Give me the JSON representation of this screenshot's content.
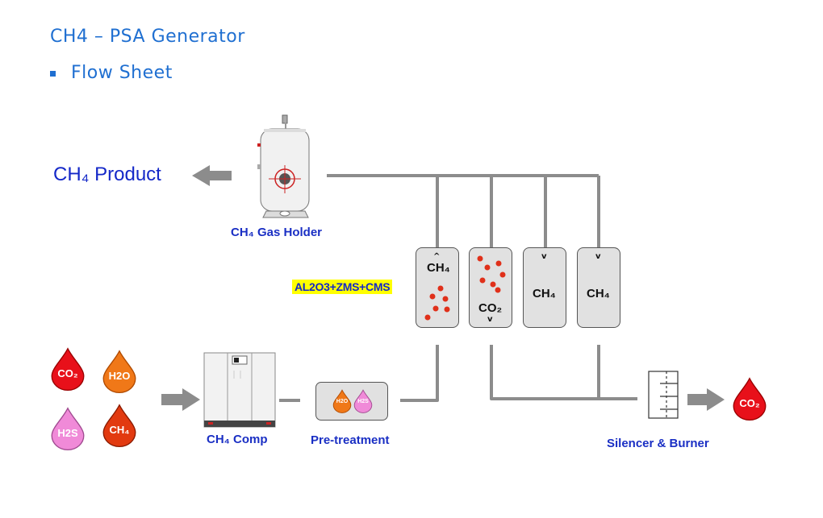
{
  "header": {
    "title": "CH4 – PSA  Generator",
    "subtitle": "Flow  Sheet"
  },
  "product": {
    "label": "CH₄  Product"
  },
  "gas_holder": {
    "label": "CH₄  Gas Holder"
  },
  "adsorbent": {
    "label": "AL2O3+ZMS+CMS"
  },
  "vessels": [
    {
      "top_label": "CH₄",
      "bottom_label": "",
      "top_arrow": "^",
      "bottom_arrow": ""
    },
    {
      "top_label": "",
      "bottom_label": "CO₂",
      "top_arrow": "",
      "bottom_arrow": "v"
    },
    {
      "top_label": "CH₄",
      "bottom_label": "",
      "top_arrow": "v",
      "bottom_arrow": ""
    },
    {
      "top_label": "CH₄",
      "bottom_label": "",
      "top_arrow": "v",
      "bottom_arrow": ""
    }
  ],
  "feed_gases": [
    {
      "label": "CO₂",
      "color": "#e8101a"
    },
    {
      "label": "H2O",
      "color": "#f07818"
    },
    {
      "label": "H2S",
      "color": "#f08ad8"
    },
    {
      "label": "CH₄",
      "color": "#e23a10"
    }
  ],
  "compressor": {
    "label": "CH₄  Comp"
  },
  "pretreatment": {
    "label": "Pre-treatment",
    "drops": [
      {
        "label": "H2O",
        "color": "#f07818"
      },
      {
        "label": "H2S",
        "color": "#f08ad8"
      }
    ]
  },
  "silencer": {
    "label": "Silencer & Burner"
  },
  "exhaust": {
    "label": "CO₂",
    "color": "#e8101a"
  },
  "colors": {
    "accent": "#1f6fd1",
    "label_blue": "#1428c8",
    "pipe": "#8c8c8c",
    "highlight": "#ffff00"
  }
}
